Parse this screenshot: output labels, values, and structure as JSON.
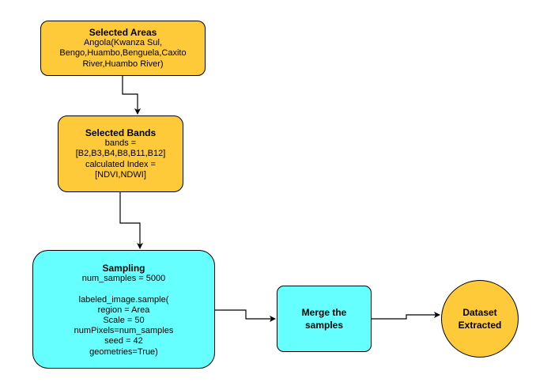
{
  "nodes": {
    "selected_areas": {
      "title": "Selected Areas",
      "body": "Angola(Kwanza Sul,\nBengo,Huambo,Benguela,Caxito\nRiver,Huambo River)",
      "fill": "#ffca3a"
    },
    "selected_bands": {
      "title": "Selected Bands",
      "body": "bands =\n[B2,B3,B4,B8,B11,B12]\ncalculated Index =\n[NDVI,NDWI]",
      "fill": "#ffca3a"
    },
    "sampling": {
      "title": "Sampling",
      "body": "num_samples = 5000\n\nlabeled_image.sample(\nregion = Area\nScale = 50\nnumPixels=num_samples\nseed = 42\ngeometries=True)",
      "fill": "#66ffff"
    },
    "merge": {
      "title": "Merge the\nsamples",
      "fill": "#66ffff"
    },
    "dataset": {
      "title": "Dataset\nExtracted",
      "fill": "#ffca3a"
    }
  },
  "edges": [
    {
      "from": "selected_areas",
      "to": "selected_bands"
    },
    {
      "from": "selected_bands",
      "to": "sampling"
    },
    {
      "from": "sampling",
      "to": "merge"
    },
    {
      "from": "merge",
      "to": "dataset"
    }
  ]
}
